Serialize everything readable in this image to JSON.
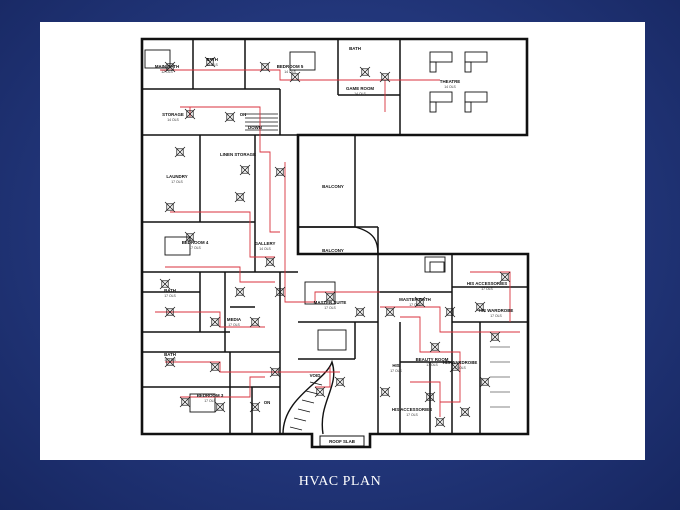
{
  "slide": {
    "caption": "HVAC PLAN",
    "background_color": "#22367a",
    "panel_color": "#ffffff"
  },
  "legend_colors": {
    "wall": "#111111",
    "duct_line": "#d8323c",
    "diffuser": "#111111"
  },
  "rooms": [
    {
      "name": "MAIN BATH",
      "sub": "12 OLS"
    },
    {
      "name": "BATH",
      "sub": "12 OLS"
    },
    {
      "name": "BEDROOM 5",
      "sub": "14 OLS"
    },
    {
      "name": "BATH",
      "sub": ""
    },
    {
      "name": "GAME ROOM",
      "sub": "14 OLS"
    },
    {
      "name": "THEATRE",
      "sub": "14 OLS"
    },
    {
      "name": "STORAGE",
      "sub": "14 OLS"
    },
    {
      "name": "ON",
      "sub": ""
    },
    {
      "name": "DOWN",
      "sub": ""
    },
    {
      "name": "LAUNDRY",
      "sub": "17 OLS"
    },
    {
      "name": "LINEN STORAGE",
      "sub": ""
    },
    {
      "name": "BALCONY",
      "sub": ""
    },
    {
      "name": "BEDROOM 4",
      "sub": "17 OLS"
    },
    {
      "name": "GALLERY",
      "sub": "14 OLS"
    },
    {
      "name": "BALCONY",
      "sub": ""
    },
    {
      "name": "HIS ACCESSORIES",
      "sub": "17 OLS"
    },
    {
      "name": "BATH",
      "sub": "17 OLS"
    },
    {
      "name": "MASTER SUITE",
      "sub": "17 OLS"
    },
    {
      "name": "MASTER BATH",
      "sub": "17 OLS"
    },
    {
      "name": "MEDIA",
      "sub": "17 OLS"
    },
    {
      "name": "HIS WARDROBE",
      "sub": "17 OLS"
    },
    {
      "name": "BATH",
      "sub": "17 OLS"
    },
    {
      "name": "BEAUTY ROOM",
      "sub": "17 OLS"
    },
    {
      "name": "HIS",
      "sub": "17 OLS"
    },
    {
      "name": "HIS WARDROBE",
      "sub": "17 OLS"
    },
    {
      "name": "VOID",
      "sub": ""
    },
    {
      "name": "BEDROOM 3",
      "sub": "17 OLS"
    },
    {
      "name": "ON",
      "sub": ""
    },
    {
      "name": "HIS ACCESSORIES",
      "sub": "17 OLS"
    },
    {
      "name": "ROOF SLAB",
      "sub": ""
    }
  ]
}
